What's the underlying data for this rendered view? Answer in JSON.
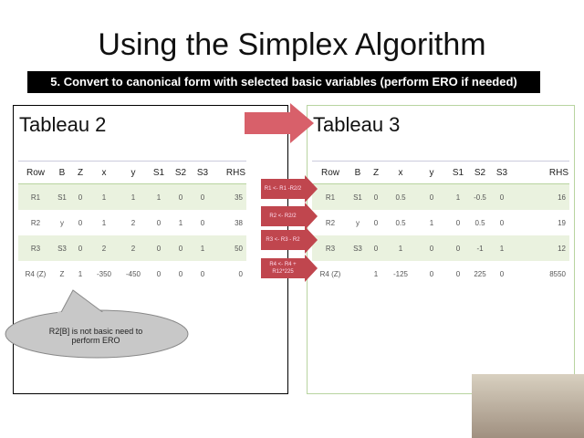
{
  "title": "Using the Simplex Algorithm",
  "banner": "5. Convert to canonical form with selected basic variables (perform ERO if needed)",
  "headers": [
    "Row",
    "B",
    "Z",
    "x",
    "y",
    "S1",
    "S2",
    "S3",
    "RHS"
  ],
  "left": {
    "title": "Tableau 2",
    "rows": [
      [
        "R1",
        "S1",
        "0",
        "1",
        "1",
        "1",
        "0",
        "0",
        "35"
      ],
      [
        "R2",
        "y",
        "0",
        "1",
        "2",
        "0",
        "1",
        "0",
        "38"
      ],
      [
        "R3",
        "S3",
        "0",
        "2",
        "2",
        "0",
        "0",
        "1",
        "50"
      ],
      [
        "R4 (Z)",
        "Z",
        "1",
        "-350",
        "-450",
        "0",
        "0",
        "0",
        "0"
      ]
    ]
  },
  "right": {
    "title": "Tableau 3",
    "rows": [
      [
        "R1",
        "S1",
        "0",
        "0.5",
        "0",
        "1",
        "-0.5",
        "0",
        "16"
      ],
      [
        "R2",
        "y",
        "0",
        "0.5",
        "1",
        "0",
        "0.5",
        "0",
        "19"
      ],
      [
        "R3",
        "S3",
        "0",
        "1",
        "0",
        "0",
        "-1",
        "1",
        "12"
      ],
      [
        "R4 (Z)",
        "",
        "1",
        "-125",
        "0",
        "0",
        "225",
        "0",
        "8550"
      ]
    ]
  },
  "operations": [
    "R1 <- R1 -R2/2",
    "R2 <- R2/2",
    "R3 <- R3 - R2",
    "R4 <- R4 + R12*225"
  ],
  "callout": "R2[B]  is not basic  need to perform ERO",
  "colors": {
    "arrow": "#c0464e",
    "row_shade": "#eaf2df"
  }
}
